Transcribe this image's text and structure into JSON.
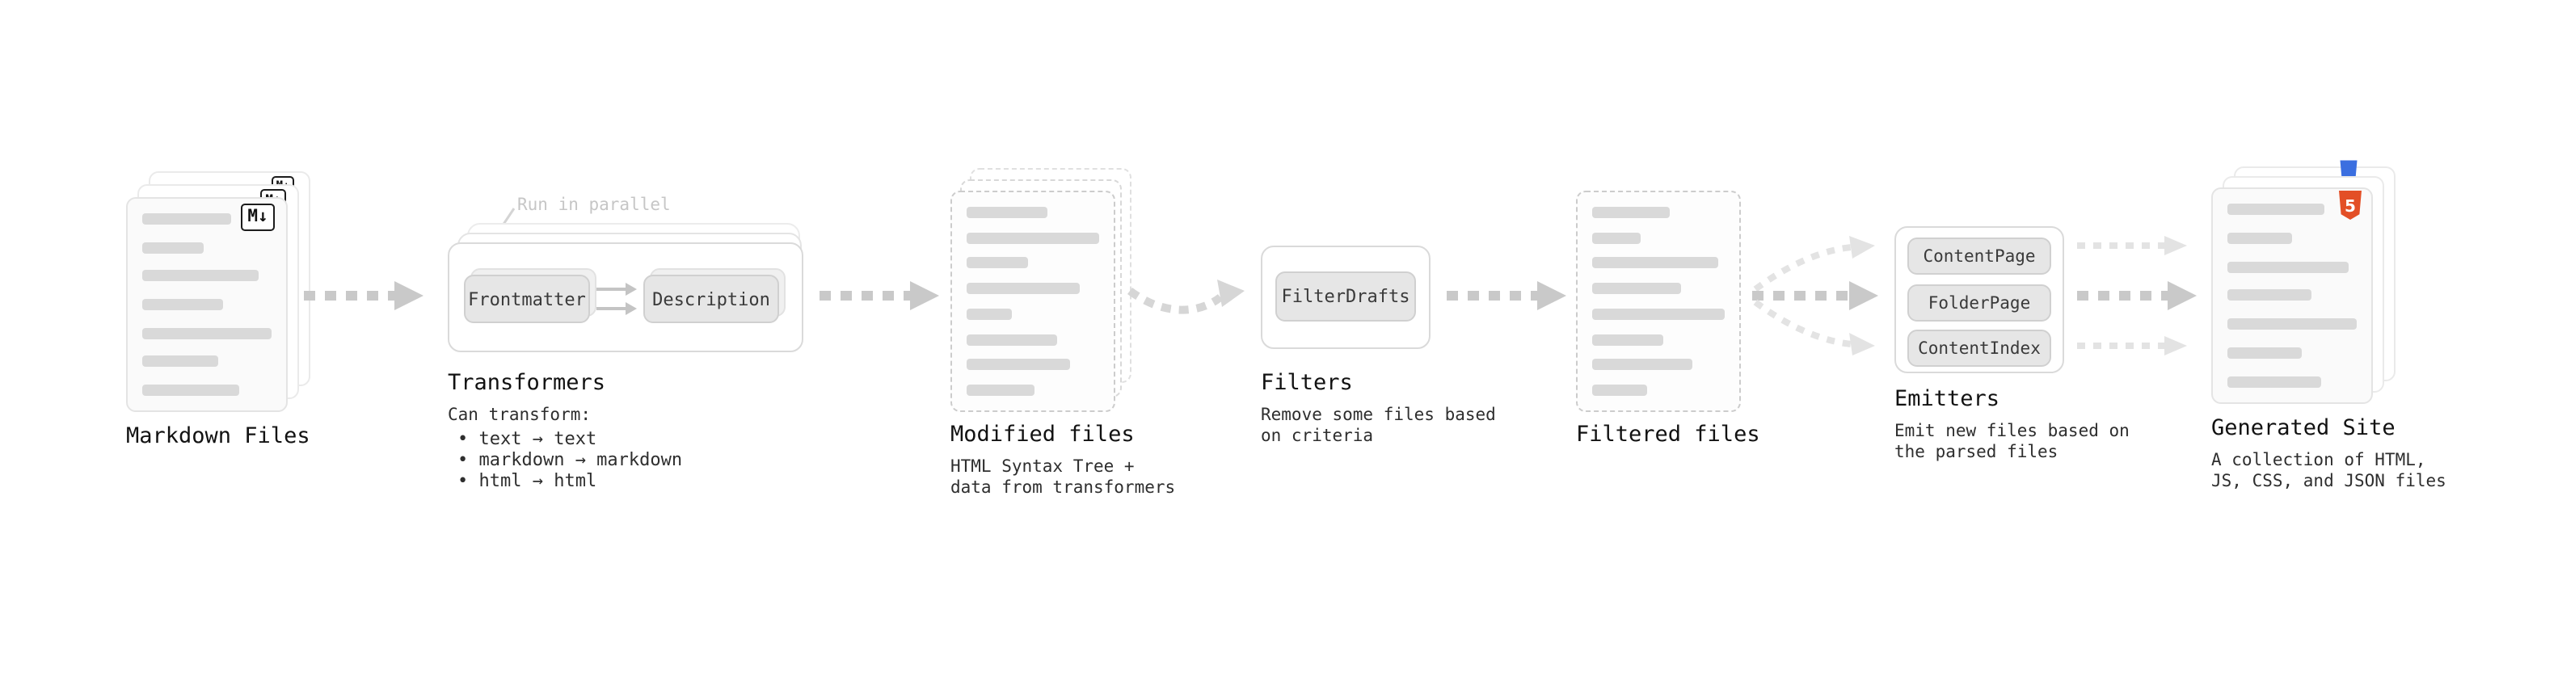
{
  "markdown_files": {
    "label": "Markdown Files",
    "badge": "M↓"
  },
  "transformers": {
    "label": "Transformers",
    "parallel_note": "Run in parallel",
    "node1": "Frontmatter",
    "node2": "Description",
    "can_transform_title": "Can transform:",
    "bullets": [
      "• text → text",
      "• markdown → markdown",
      "• html → html"
    ]
  },
  "modified_files": {
    "label": "Modified files",
    "description": "HTML Syntax Tree +\ndata from transformers"
  },
  "filters": {
    "label": "Filters",
    "node": "FilterDrafts",
    "description": "Remove some files based\non criteria"
  },
  "filtered_files": {
    "label": "Filtered files"
  },
  "emitters": {
    "label": "Emitters",
    "nodes": [
      "ContentPage",
      "FolderPage",
      "ContentIndex"
    ],
    "description": "Emit new files based on\nthe parsed files"
  },
  "generated_site": {
    "label": "Generated Site",
    "badge": "5",
    "description": "A collection of HTML,\nJS, CSS, and JSON files"
  },
  "colors": {
    "arrow": "#c9c9c9",
    "arrow_light": "#e3e3e3",
    "skeleton": "#d9d9d9",
    "node_fill": "#e6e6e6",
    "html5_badge": "#e34f26",
    "css_badge": "#3b6fe0"
  }
}
